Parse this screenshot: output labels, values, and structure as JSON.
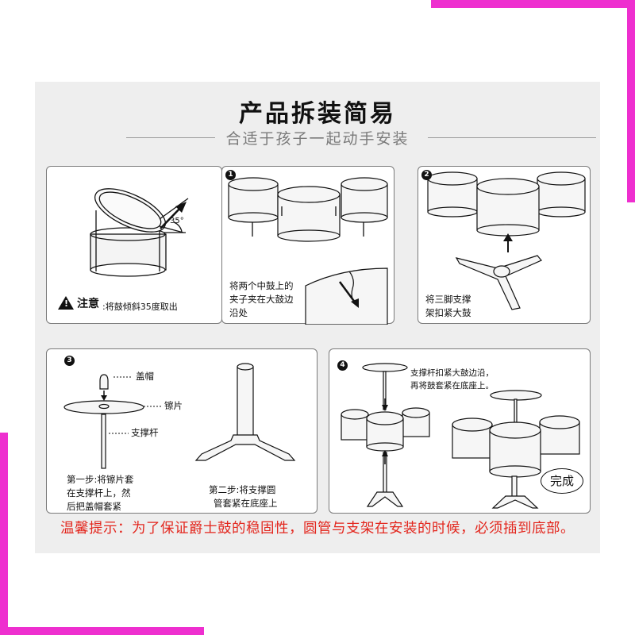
{
  "title": "产品拆装简易",
  "subtitle": "合适于孩子一起动手安装",
  "panels": {
    "notice": {
      "label": "注意",
      "text": ":将鼓倾斜35度取出",
      "angle": "35°"
    },
    "step1": {
      "badge": "1",
      "line1": "将两个中鼓上的",
      "line2": "夹子夹在大鼓边",
      "line3": "沿处"
    },
    "step2": {
      "badge": "2",
      "line1": "将三脚支撑",
      "line2": "架扣紧大鼓"
    },
    "step3": {
      "badge": "3",
      "label_cap": "盖帽",
      "label_cymbal": "镲片",
      "label_rod": "支撑杆",
      "first_1": "第一步:将镲片套",
      "first_2": "在支撑杆上，然",
      "first_3": "后把盖帽套紧",
      "second_1": "第二步:将支撑圆",
      "second_2": "管套紧在底座上"
    },
    "step4": {
      "badge": "4",
      "line1": "支撑杆扣紧大鼓边沿，",
      "line2": "再将鼓套紧在底座上。",
      "done": "完成"
    }
  },
  "tip": "温馨提示：为了保证爵士鼓的稳固性，圆管与支架在安装的时候，必须插到底部。",
  "colors": {
    "frame": "#ee2fcf",
    "tip": "#e3261d",
    "sheet": "#eeeeee"
  }
}
